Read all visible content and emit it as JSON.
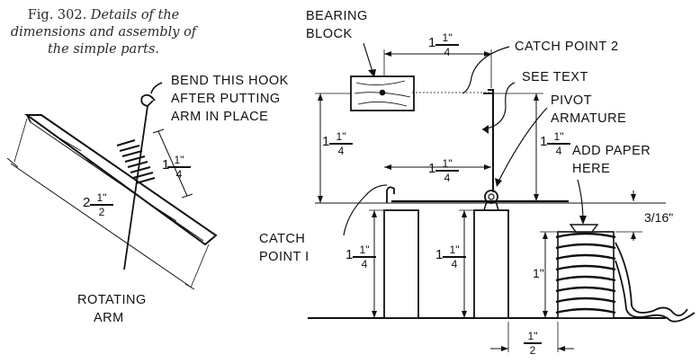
{
  "caption": {
    "prefix": "Fig. 302.",
    "text": "Details of the dimensions and assembly of the simple parts."
  },
  "labels": {
    "bend_hook_1": "BEND THIS HOOK",
    "bend_hook_2": "AFTER PUTTING",
    "bend_hook_3": "ARM IN PLACE",
    "rotating_1": "ROTATING",
    "rotating_2": "ARM",
    "bearing_1": "BEARING",
    "bearing_2": "BLOCK",
    "catch2": "CATCH POINT 2",
    "see_text": "SEE TEXT",
    "pivot_1": "PIVOT",
    "pivot_2": "ARMATURE",
    "add_paper_1": "ADD PAPER",
    "add_paper_2": "HERE",
    "catch1_1": "CATCH",
    "catch1_2": "POINT I"
  },
  "dimensions": {
    "arm_len": {
      "whole": "1",
      "num": "1\"",
      "den": "4"
    },
    "arm_total": {
      "whole": "2",
      "num": "1\"",
      "den": "2"
    },
    "top_width": {
      "whole": "1",
      "num": "1\"",
      "den": "4"
    },
    "left_height": {
      "whole": "1",
      "num": "1\"",
      "den": "4"
    },
    "mid_width": {
      "whole": "1",
      "num": "1\"",
      "den": "4"
    },
    "right_height": {
      "whole": "1",
      "num": "1\"",
      "den": "4"
    },
    "block1_height": {
      "whole": "1",
      "num": "1\"",
      "den": "4"
    },
    "block2_height": {
      "whole": "1",
      "num": "1\"",
      "den": "4"
    },
    "gap": "3/16\"",
    "coil_height": "1\"",
    "bottom_width": {
      "whole": "",
      "num": "1\"",
      "den": "2"
    }
  }
}
